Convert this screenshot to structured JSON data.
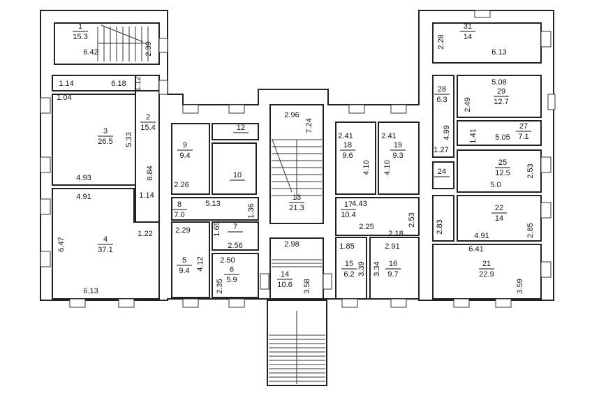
{
  "rooms": [
    {
      "number": "1",
      "area": "15.3"
    },
    {
      "number": "2",
      "area": "15.4"
    },
    {
      "number": "3",
      "area": "26.5"
    },
    {
      "number": "4",
      "area": "37.1"
    },
    {
      "number": "5",
      "area": "9.4"
    },
    {
      "number": "6",
      "area": "5.9"
    },
    {
      "number": "7",
      "area": ""
    },
    {
      "number": "8",
      "area": "7.0"
    },
    {
      "number": "9",
      "area": "9.4"
    },
    {
      "number": "10",
      "area": ""
    },
    {
      "number": "12",
      "area": ""
    },
    {
      "number": "13",
      "area": "21.3"
    },
    {
      "number": "14",
      "area": "10.6"
    },
    {
      "number": "15",
      "area": "6.2"
    },
    {
      "number": "16",
      "area": "9.7"
    },
    {
      "number": "17",
      "area": "10.4"
    },
    {
      "number": "18",
      "area": "9.6"
    },
    {
      "number": "19",
      "area": "9.3"
    },
    {
      "number": "21",
      "area": "22.9"
    },
    {
      "number": "22",
      "area": "14"
    },
    {
      "number": "24",
      "area": ""
    },
    {
      "number": "25",
      "area": "12.5"
    },
    {
      "number": "27",
      "area": "7.1"
    },
    {
      "number": "28",
      "area": "6.3"
    },
    {
      "number": "29",
      "area": "12.7"
    },
    {
      "number": "31",
      "area": "14"
    }
  ],
  "dimensions": [
    "6.42",
    "2.39",
    "1.14",
    "6.18",
    "1.12",
    "1.04",
    "5.33",
    "4.93",
    "8.84",
    "1.14",
    "4.91",
    "6.47",
    "6.13",
    "1.22",
    "2.26",
    "5.13",
    "1.36",
    "2.29",
    "4.12",
    "1.65",
    "2.56",
    "2.50",
    "2.35",
    "2.96",
    "7.24",
    "2.98",
    "3.58",
    "2.41",
    "4.10",
    "2.41",
    "4.10",
    "4.43",
    "2.25",
    "2.18",
    "2.53",
    "1.85",
    "3.39",
    "2.91",
    "3.34",
    "6.13",
    "2.28",
    "4.99",
    "1.27",
    "5.08",
    "2.49",
    "5.05",
    "1.41",
    "5.0",
    "2.53",
    "4.91",
    "2.85",
    "2.83",
    "6.41",
    "3.59"
  ]
}
